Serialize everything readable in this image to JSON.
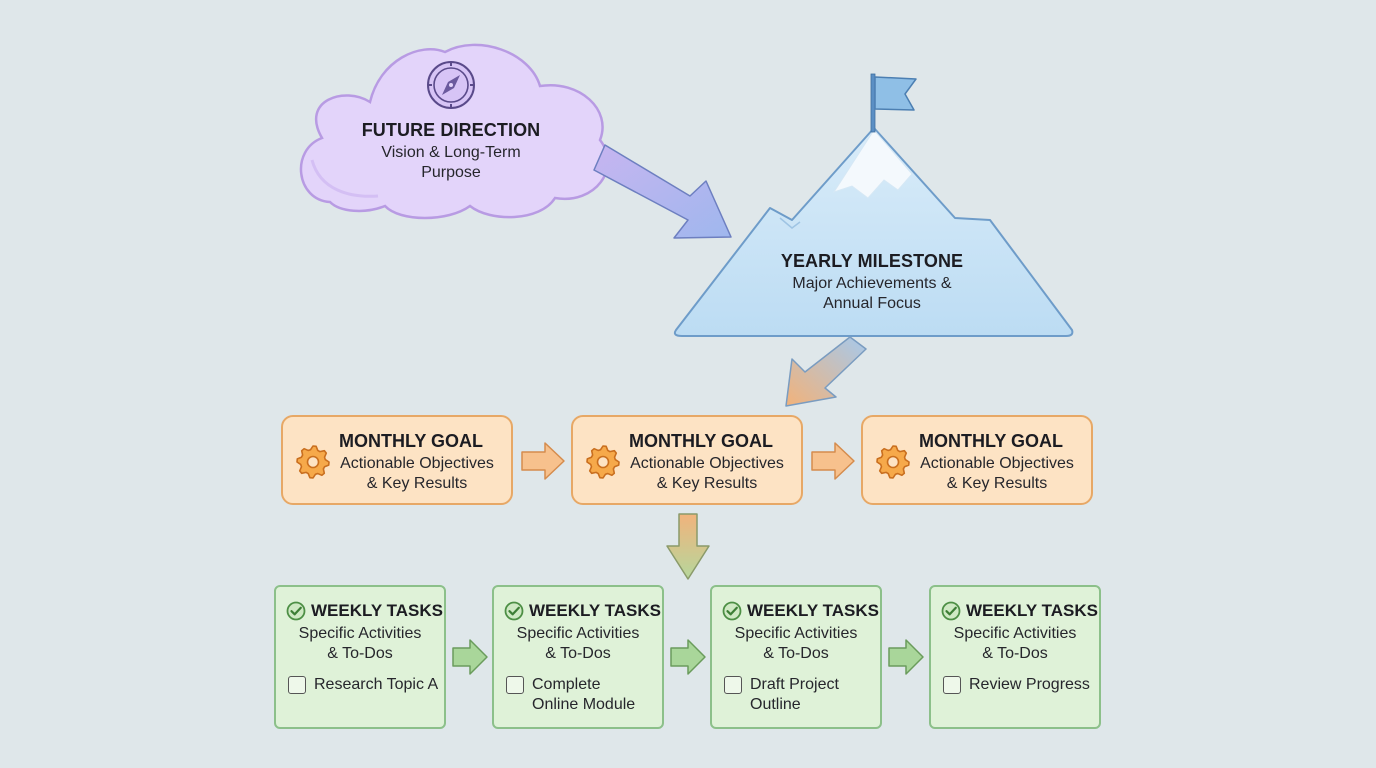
{
  "vision": {
    "title": "FUTURE DIRECTION",
    "subtitle_line1": "Vision & Long-Term",
    "subtitle_line2": "Purpose",
    "color": "#e3d4fa"
  },
  "milestone": {
    "title": "YEARLY MILESTONE",
    "subtitle_line1": "Major Achievements &",
    "subtitle_line2": "Annual Focus",
    "color": "#c4e0f5"
  },
  "monthly_goals": [
    {
      "title": "MONTHLY GOAL",
      "subtitle_line1": "Actionable Objectives",
      "subtitle_line2": "& Key Results"
    },
    {
      "title": "MONTHLY GOAL",
      "subtitle_line1": "Actionable Objectives",
      "subtitle_line2": "& Key Results"
    },
    {
      "title": "MONTHLY GOAL",
      "subtitle_line1": "Actionable Objectives",
      "subtitle_line2": "& Key Results"
    }
  ],
  "weekly_tasks": [
    {
      "title": "WEEKLY TASKS",
      "subtitle_line1": "Specific Activities",
      "subtitle_line2": "& To-Dos",
      "todo_line1": "Research Topic A",
      "todo_line2": ""
    },
    {
      "title": "WEEKLY TASKS",
      "subtitle_line1": "Specific Activities",
      "subtitle_line2": "& To-Dos",
      "todo_line1": "Complete",
      "todo_line2": "Online Module"
    },
    {
      "title": "WEEKLY TASKS",
      "subtitle_line1": "Specific Activities",
      "subtitle_line2": "& To-Dos",
      "todo_line1": "Draft Project",
      "todo_line2": "Outline"
    },
    {
      "title": "WEEKLY TASKS",
      "subtitle_line1": "Specific Activities",
      "subtitle_line2": "& To-Dos",
      "todo_line1": "Review Progress",
      "todo_line2": ""
    }
  ],
  "colors": {
    "background": "#dfe7ea",
    "monthly_fill": "#fde3c4",
    "monthly_border": "#e7a866",
    "weekly_fill": "#dff2d8",
    "weekly_border": "#8cc08a"
  },
  "icons": [
    "compass-icon",
    "flag-icon",
    "gear-icon",
    "check-circle-icon",
    "checkbox-icon"
  ]
}
